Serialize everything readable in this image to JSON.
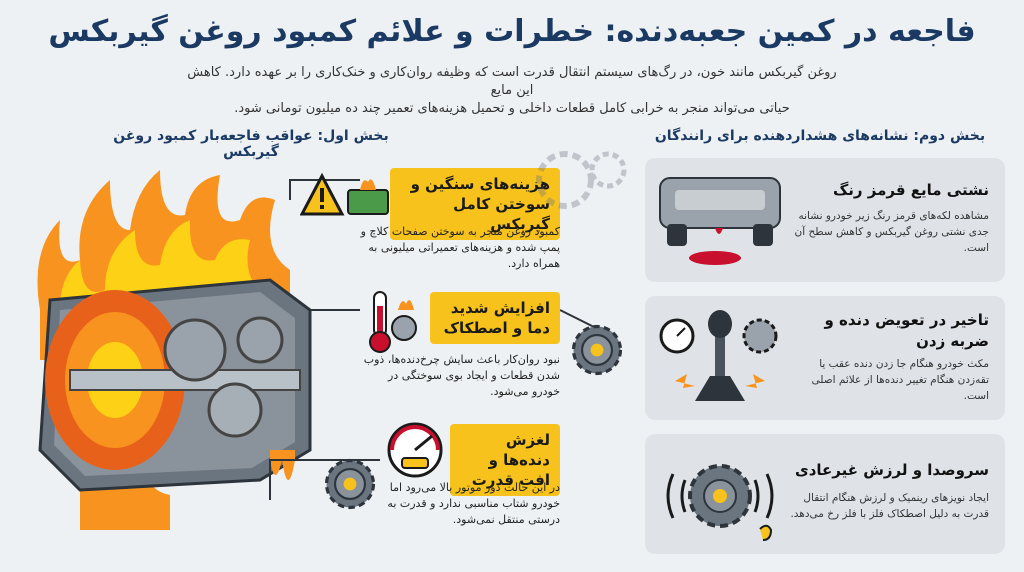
{
  "title": "فاجعه در کمین جعبه‌دنده: خطرات و علائم کمبود روغن گیربکس",
  "intro": {
    "line1": "روغن گیربکس مانند خون، در رگ‌های سیستم انتقال قدرت است که وظیفه روان‌کاری و خنک‌کاری را بر عهده دارد. کاهش این مایع",
    "line2": "حیاتی می‌تواند منجر به خرابی کامل قطعات داخلی و تحمیل هزینه‌های تعمیر چند ده میلیون تومانی شود."
  },
  "section1": {
    "heading": "بخش اول: عواقب فاجعه‌بار کمبود روغن گیربکس",
    "items": [
      {
        "title": "هزینه‌های سنگین و سوختن کامل گیربکس",
        "desc": "کمبود روغن منجر به سوختن صفحات کلاچ و پمپ شده و هزینه‌های تعمیراتی میلیونی به همراه دارد.",
        "icon": "warning-money-icon"
      },
      {
        "title": "افزایش شدید دما و اصطکاک",
        "desc": "نبود روان‌کار باعث سایش چرخ‌دنده‌ها، ذوب شدن قطعات و ایجاد بوی سوختگی در خودرو می‌شود.",
        "icon": "thermometer-icon"
      },
      {
        "title": "لغزش دنده‌ها و افت قدرت",
        "desc": "در این حالت دور موتور بالا می‌رود اما خودرو شتاب مناسبی ندارد و قدرت به درستی منتقل نمی‌شود.",
        "icon": "gauge-icon"
      }
    ]
  },
  "section2": {
    "heading": "بخش دوم: نشانه‌های هشداردهنده برای رانندگان",
    "items": [
      {
        "title": "نشتی مایع قرمز رنگ",
        "desc": "مشاهده لکه‌های قرمز رنگ زیر خودرو نشانه جدی نشتی روغن گیربکس و کاهش سطح آن است.",
        "icon": "car-leak-icon"
      },
      {
        "title": "تاخیر در تعویض دنده و ضربه زدن",
        "desc": "مکث خودرو هنگام جا زدن دنده عقب یا تقه‌زدن هنگام تغییر دنده‌ها از علائم اصلی است.",
        "icon": "gear-shift-icon"
      },
      {
        "title": "سروصدا و لرزش غیرعادی",
        "desc": "ایجاد نویزهای رینمیک و لرزش هنگام انتقال قدرت به دلیل اصطکاک فلز با فلز رخ می‌دهد.",
        "icon": "vibration-gear-icon"
      }
    ]
  },
  "colors": {
    "title": "#1b3a63",
    "label": "#f7c21b",
    "card": "#dfe3e8",
    "flame": "#f7931e",
    "fluid": "#c8102e"
  }
}
